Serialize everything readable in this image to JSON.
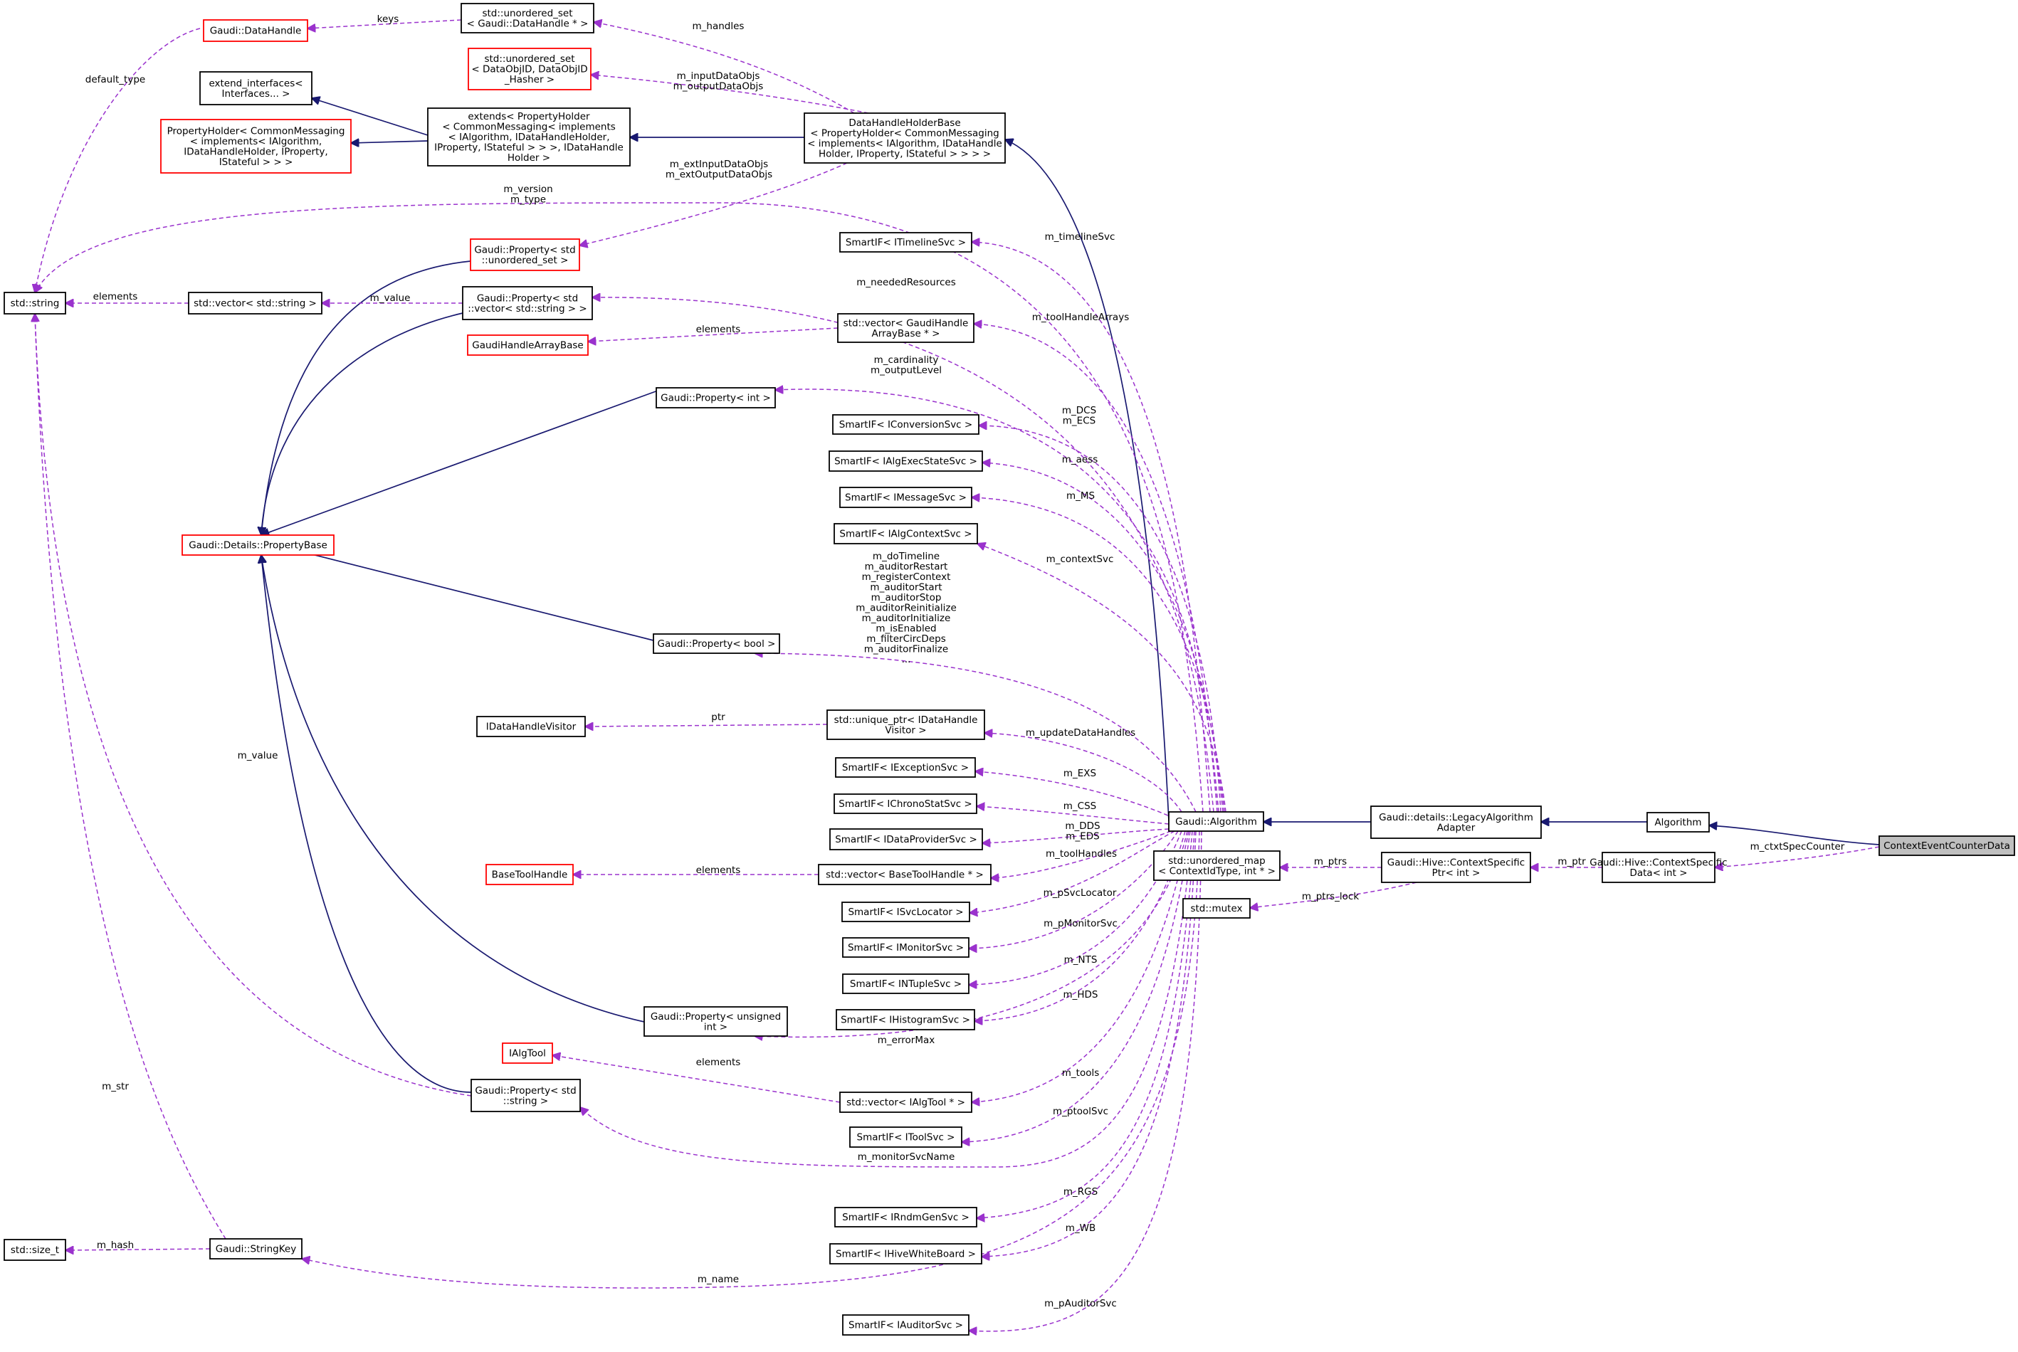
{
  "diagram": {
    "nodes": [
      {
        "id": "std_string",
        "lines": [
          "std::string"
        ],
        "border": "black"
      },
      {
        "id": "dh",
        "lines": [
          "Gaudi::DataHandle"
        ],
        "border": "red"
      },
      {
        "id": "unset_dh",
        "lines": [
          "std::unordered_set",
          "< Gaudi::DataHandle * >"
        ],
        "border": "black"
      },
      {
        "id": "unset_objid",
        "lines": [
          "std::unordered_set",
          "< DataObjID, DataObjID",
          "_Hasher >"
        ],
        "border": "red"
      },
      {
        "id": "extend_if",
        "lines": [
          "extend_interfaces<",
          "Interfaces... >"
        ],
        "border": "black"
      },
      {
        "id": "prop_holder",
        "lines": [
          "PropertyHolder< CommonMessaging",
          "< implements< IAlgorithm,",
          "IDataHandleHolder, IProperty,",
          "IStateful > > >"
        ],
        "border": "red"
      },
      {
        "id": "extends",
        "lines": [
          "extends< PropertyHolder",
          "< CommonMessaging< implements",
          "< IAlgorithm, IDataHandleHolder,",
          "IProperty, IStateful > > >, IDataHandle",
          "Holder >"
        ],
        "border": "black"
      },
      {
        "id": "dhhb",
        "lines": [
          "DataHandleHolderBase",
          "< PropertyHolder< CommonMessaging",
          "< implements< IAlgorithm, IDataHandle",
          "Holder, IProperty, IStateful > > > >"
        ],
        "border": "black"
      },
      {
        "id": "prop_unset",
        "lines": [
          "Gaudi::Property< std",
          "::unordered_set >"
        ],
        "border": "red"
      },
      {
        "id": "timeline",
        "lines": [
          "SmartIF< ITimelineSvc >"
        ],
        "border": "black"
      },
      {
        "id": "vec_string",
        "lines": [
          "std::vector< std::string >"
        ],
        "border": "black"
      },
      {
        "id": "prop_vec_string",
        "lines": [
          "Gaudi::Property< std",
          "::vector< std::string > >"
        ],
        "border": "black"
      },
      {
        "id": "gh_array_base",
        "lines": [
          "GaudiHandleArrayBase"
        ],
        "border": "red"
      },
      {
        "id": "vec_gh_array",
        "lines": [
          "std::vector< GaudiHandle",
          "ArrayBase * >"
        ],
        "border": "black"
      },
      {
        "id": "prop_int",
        "lines": [
          "Gaudi::Property< int >"
        ],
        "border": "black"
      },
      {
        "id": "conversion",
        "lines": [
          "SmartIF< IConversionSvc >"
        ],
        "border": "black"
      },
      {
        "id": "alg_exec",
        "lines": [
          "SmartIF< IAlgExecStateSvc >"
        ],
        "border": "black"
      },
      {
        "id": "message",
        "lines": [
          "SmartIF< IMessageSvc >"
        ],
        "border": "black"
      },
      {
        "id": "alg_context",
        "lines": [
          "SmartIF< IAlgContextSvc >"
        ],
        "border": "black"
      },
      {
        "id": "prop_base",
        "lines": [
          "Gaudi::Details::PropertyBase"
        ],
        "border": "red"
      },
      {
        "id": "prop_bool",
        "lines": [
          "Gaudi::Property< bool >"
        ],
        "border": "black"
      },
      {
        "id": "dh_visitor",
        "lines": [
          "IDataHandleVisitor"
        ],
        "border": "black"
      },
      {
        "id": "uptr_visitor",
        "lines": [
          "std::unique_ptr< IDataHandle",
          "Visitor >"
        ],
        "border": "black"
      },
      {
        "id": "exception",
        "lines": [
          "SmartIF< IExceptionSvc >"
        ],
        "border": "black"
      },
      {
        "id": "chrono",
        "lines": [
          "SmartIF< IChronoStatSvc >"
        ],
        "border": "black"
      },
      {
        "id": "data_provider",
        "lines": [
          "SmartIF< IDataProviderSvc >"
        ],
        "border": "black"
      },
      {
        "id": "algorithm_gaudi",
        "lines": [
          "Gaudi::Algorithm"
        ],
        "border": "black"
      },
      {
        "id": "legacy",
        "lines": [
          "Gaudi::details::LegacyAlgorithm",
          "Adapter"
        ],
        "border": "black"
      },
      {
        "id": "algorithm",
        "lines": [
          "Algorithm"
        ],
        "border": "black"
      },
      {
        "id": "cecd",
        "lines": [
          "ContextEventCounterData"
        ],
        "border": "highlight"
      },
      {
        "id": "base_tool_handle",
        "lines": [
          "BaseToolHandle"
        ],
        "border": "red"
      },
      {
        "id": "vec_btool",
        "lines": [
          "std::vector< BaseToolHandle * >"
        ],
        "border": "black"
      },
      {
        "id": "umap",
        "lines": [
          "std::unordered_map",
          "< ContextIdType, int * >"
        ],
        "border": "black"
      },
      {
        "id": "ctx_ptr",
        "lines": [
          "Gaudi::Hive::ContextSpecific",
          "Ptr< int >"
        ],
        "border": "black"
      },
      {
        "id": "ctx_data",
        "lines": [
          "Gaudi::Hive::ContextSpecific",
          "Data< int >"
        ],
        "border": "black"
      },
      {
        "id": "mutex",
        "lines": [
          "std::mutex"
        ],
        "border": "black"
      },
      {
        "id": "svc_locator",
        "lines": [
          "SmartIF< ISvcLocator >"
        ],
        "border": "black"
      },
      {
        "id": "monitor",
        "lines": [
          "SmartIF< IMonitorSvc >"
        ],
        "border": "black"
      },
      {
        "id": "ntuple",
        "lines": [
          "SmartIF< INTupleSvc >"
        ],
        "border": "black"
      },
      {
        "id": "histogram",
        "lines": [
          "SmartIF< IHistogramSvc >"
        ],
        "border": "black"
      },
      {
        "id": "prop_unsigned",
        "lines": [
          "Gaudi::Property< unsigned",
          "int >"
        ],
        "border": "black"
      },
      {
        "id": "ialgtool",
        "lines": [
          "IAlgTool"
        ],
        "border": "red"
      },
      {
        "id": "prop_string",
        "lines": [
          "Gaudi::Property< std",
          "::string >"
        ],
        "border": "black"
      },
      {
        "id": "vec_ialgtool",
        "lines": [
          "std::vector< IAlgTool * >"
        ],
        "border": "black"
      },
      {
        "id": "tool_svc",
        "lines": [
          "SmartIF< IToolSvc >"
        ],
        "border": "black"
      },
      {
        "id": "rndm",
        "lines": [
          "SmartIF< IRndmGenSvc >"
        ],
        "border": "black"
      },
      {
        "id": "size_t",
        "lines": [
          "std::size_t"
        ],
        "border": "black"
      },
      {
        "id": "string_key",
        "lines": [
          "Gaudi::StringKey"
        ],
        "border": "black"
      },
      {
        "id": "whiteboard",
        "lines": [
          "SmartIF< IHiveWhiteBoard >"
        ],
        "border": "black"
      },
      {
        "id": "auditor",
        "lines": [
          "SmartIF< IAuditorSvc >"
        ],
        "border": "black"
      }
    ],
    "edge_labels": [
      {
        "id": "keys",
        "lines": [
          "keys"
        ]
      },
      {
        "id": "m_handles",
        "lines": [
          "m_handles"
        ]
      },
      {
        "id": "default_type",
        "lines": [
          "default_type"
        ]
      },
      {
        "id": "m_inputDataObjs",
        "lines": [
          "m_inputDataObjs",
          "m_outputDataObjs"
        ]
      },
      {
        "id": "m_extInputDataObjs",
        "lines": [
          "m_extInputDataObjs",
          "m_extOutputDataObjs"
        ]
      },
      {
        "id": "m_version",
        "lines": [
          "m_version",
          "m_type"
        ]
      },
      {
        "id": "m_timelineSvc",
        "lines": [
          "m_timelineSvc"
        ]
      },
      {
        "id": "elements_str",
        "lines": [
          "elements"
        ]
      },
      {
        "id": "m_value_vec",
        "lines": [
          "m_value"
        ]
      },
      {
        "id": "m_neededResources",
        "lines": [
          "m_neededResources"
        ]
      },
      {
        "id": "elements_gh",
        "lines": [
          "elements"
        ]
      },
      {
        "id": "m_toolHandleArrays",
        "lines": [
          "m_toolHandleArrays"
        ]
      },
      {
        "id": "m_cardinality",
        "lines": [
          "m_cardinality",
          "m_outputLevel"
        ]
      },
      {
        "id": "m_DCS",
        "lines": [
          "m_DCS",
          "m_ECS"
        ]
      },
      {
        "id": "m_aess",
        "lines": [
          "m_aess"
        ]
      },
      {
        "id": "m_MS",
        "lines": [
          "m_MS"
        ]
      },
      {
        "id": "m_contextSvc",
        "lines": [
          "m_contextSvc"
        ]
      },
      {
        "id": "m_doTimeline",
        "lines": [
          "m_doTimeline",
          "m_auditorRestart",
          "m_registerContext",
          "m_auditorStart",
          "m_auditorStop",
          "m_auditorReinitialize",
          "m_auditorInitialize",
          "m_isEnabled",
          "m_filterCircDeps",
          "m_auditorFinalize",
          "..."
        ]
      },
      {
        "id": "ptr",
        "lines": [
          "ptr"
        ]
      },
      {
        "id": "m_updateDataHandles",
        "lines": [
          "m_updateDataHandles"
        ]
      },
      {
        "id": "m_value_str",
        "lines": [
          "m_value"
        ]
      },
      {
        "id": "m_EXS",
        "lines": [
          "m_EXS"
        ]
      },
      {
        "id": "m_CSS",
        "lines": [
          "m_CSS"
        ]
      },
      {
        "id": "m_DDS",
        "lines": [
          "m_DDS",
          "m_EDS"
        ]
      },
      {
        "id": "m_toolHandles",
        "lines": [
          "m_toolHandles"
        ]
      },
      {
        "id": "elements_bt",
        "lines": [
          "elements"
        ]
      },
      {
        "id": "m_ptrs",
        "lines": [
          "m_ptrs"
        ]
      },
      {
        "id": "m_ptr",
        "lines": [
          "m_ptr"
        ]
      },
      {
        "id": "m_ctxtSpecCounter",
        "lines": [
          "m_ctxtSpecCounter"
        ]
      },
      {
        "id": "m_ptrs_lock",
        "lines": [
          "m_ptrs_lock"
        ]
      },
      {
        "id": "m_pSvcLocator",
        "lines": [
          "m_pSvcLocator"
        ]
      },
      {
        "id": "m_pMonitorSvc",
        "lines": [
          "m_pMonitorSvc"
        ]
      },
      {
        "id": "m_NTS",
        "lines": [
          "m_NTS"
        ]
      },
      {
        "id": "m_HDS",
        "lines": [
          "m_HDS"
        ]
      },
      {
        "id": "m_errorMax",
        "lines": [
          "m_errorMax"
        ]
      },
      {
        "id": "elements_at",
        "lines": [
          "elements"
        ]
      },
      {
        "id": "m_tools",
        "lines": [
          "m_tools"
        ]
      },
      {
        "id": "m_str",
        "lines": [
          "m_str"
        ]
      },
      {
        "id": "m_ptoolSvc",
        "lines": [
          "m_ptoolSvc"
        ]
      },
      {
        "id": "m_monitorSvcName",
        "lines": [
          "m_monitorSvcName"
        ]
      },
      {
        "id": "m_RGS",
        "lines": [
          "m_RGS"
        ]
      },
      {
        "id": "m_hash",
        "lines": [
          "m_hash"
        ]
      },
      {
        "id": "m_WB",
        "lines": [
          "m_WB"
        ]
      },
      {
        "id": "m_name",
        "lines": [
          "m_name"
        ]
      },
      {
        "id": "m_pAuditorSvc",
        "lines": [
          "m_pAuditorSvc"
        ]
      }
    ]
  }
}
